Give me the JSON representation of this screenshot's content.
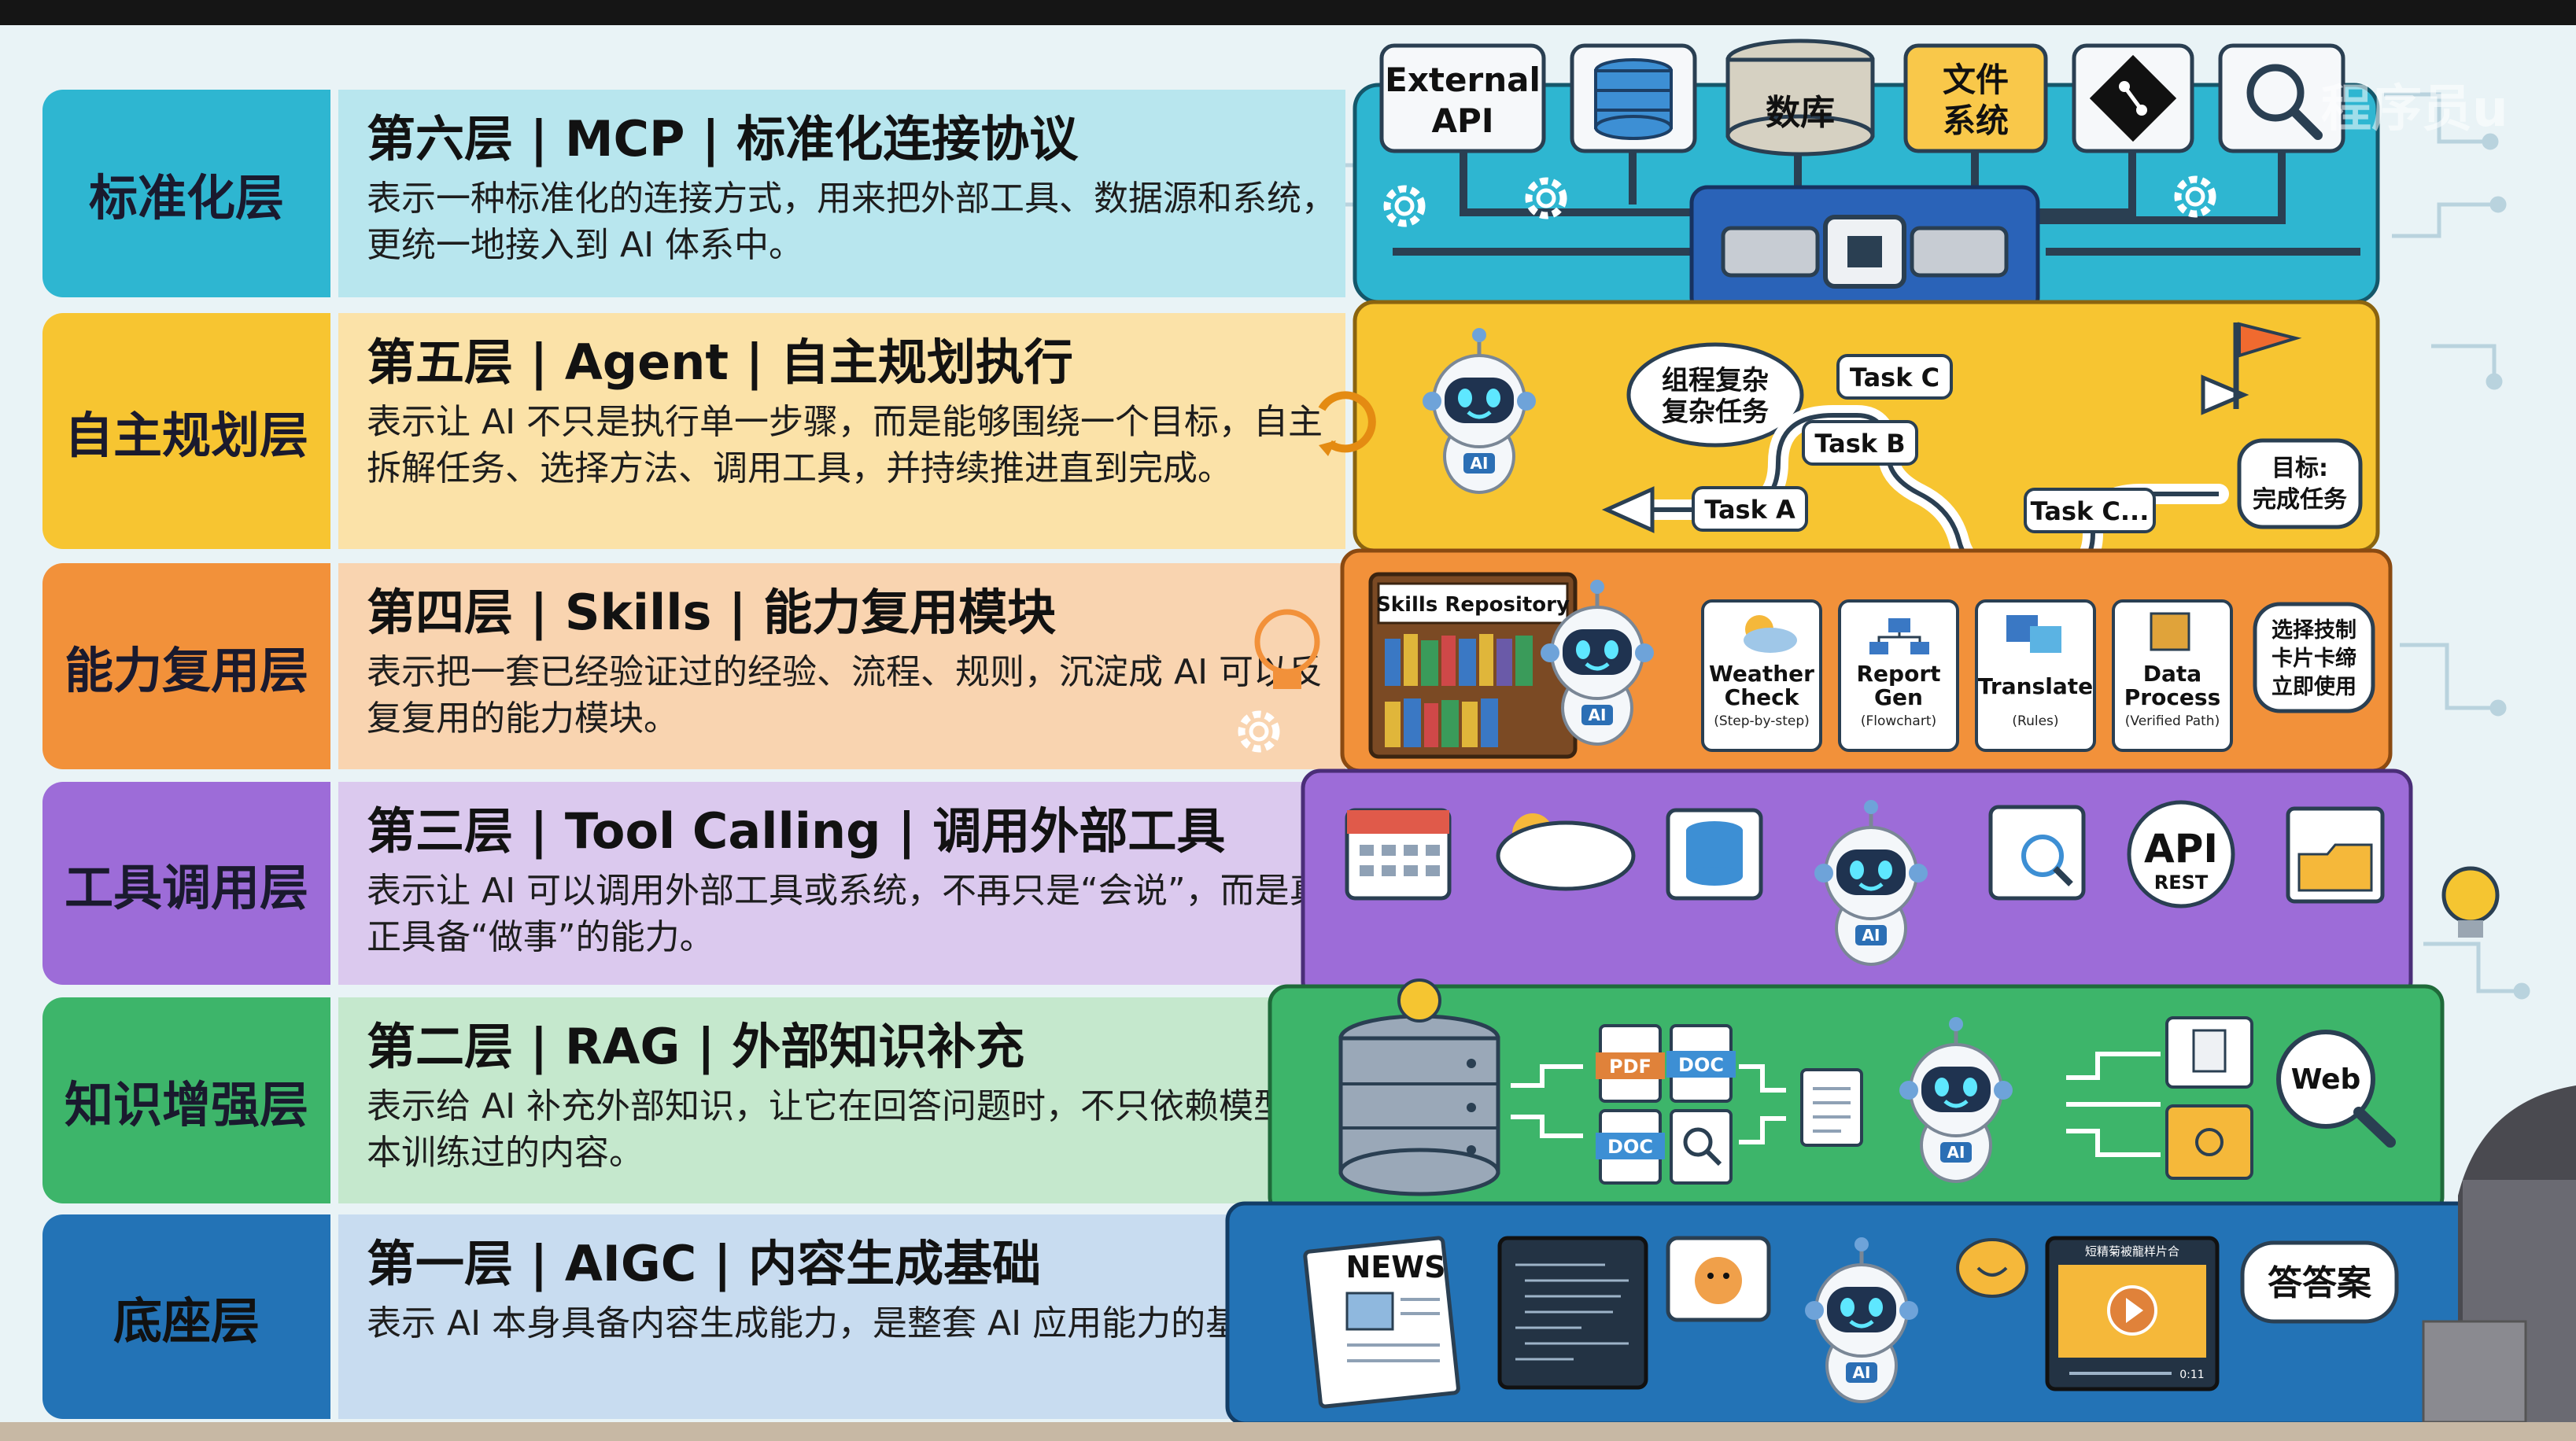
{
  "layers": [
    {
      "id": "L6",
      "label": "标准化层",
      "title": "第六层 | MCP | 标准化连接协议",
      "body": "表示一种标准化的连接方式，用来把外部工具、数据源和系统，更统一地接入到 AI 体系中。",
      "color": "#2eb6d1"
    },
    {
      "id": "L5",
      "label": "自主规划层",
      "title": "第五层 | Agent | 自主规划执行",
      "body": "表示让 AI 不只是执行单一步骤，而是能够围绕一个目标，自主拆解任务、选择方法、调用工具，并持续推进直到完成。",
      "color": "#f7c531"
    },
    {
      "id": "L4",
      "label": "能力复用层",
      "title": "第四层 | Skills | 能力复用模块",
      "body": "表示把一套已经验证过的经验、流程、规则，沉淀成 AI 可以反复复用的能力模块。",
      "color": "#f2913a"
    },
    {
      "id": "L3",
      "label": "工具调用层",
      "title": "第三层 | Tool Calling | 调用外部工具",
      "body": "表示让 AI 可以调用外部工具或系统，不再只是“会说”，而是真正具备“做事”的能力。",
      "color": "#9d6cd8"
    },
    {
      "id": "L2",
      "label": "知识增强层",
      "title": "第二层 | RAG | 外部知识补充",
      "body": "表示给 AI 补充外部知识，让它在回答问题时，不只依赖模型原本训练过的内容。",
      "color": "#3db56a"
    },
    {
      "id": "L1",
      "label": "底座层",
      "title": "第一层 | AIGC | 内容生成基础",
      "body": "表示 AI 本身具备内容生成能力，是整套 AI 应用能力的基础。",
      "color": "#2373b6"
    }
  ],
  "illustration": {
    "mcp": {
      "external_api_1": "External",
      "external_api_2": "API",
      "database": "数库",
      "filesystem_1": "文件",
      "filesystem_2": "系统"
    },
    "agent": {
      "bubble_1": "组程复杂",
      "bubble_2": "复杂任务",
      "task_a": "Task A",
      "task_b": "Task B",
      "task_c": "Task C",
      "task_c2": "Task C...",
      "goal_1": "目标:",
      "goal_2": "完成任务",
      "badge": "AI"
    },
    "skills": {
      "repository": "Skills Repository",
      "cards": [
        {
          "line1": "Weather",
          "line2": "Check",
          "sub": "(Step-by-step)"
        },
        {
          "line1": "Report",
          "line2": "Gen",
          "sub": "(Flowchart)"
        },
        {
          "line1": "Translate",
          "line2": "",
          "sub": "(Rules)"
        },
        {
          "line1": "Data",
          "line2": "Process",
          "sub": "(Verified Path)"
        }
      ],
      "bubble_1": "选择技制",
      "bubble_2": "卡片卡缔",
      "bubble_3": "立即使用",
      "badge": "AI"
    },
    "tools": {
      "api_1": "API",
      "api_2": "REST",
      "badge": "AI"
    },
    "rag": {
      "pdf": "PDF",
      "doc1": "DOC",
      "doc2": "DOC",
      "web": "Web",
      "badge": "AI"
    },
    "aigc": {
      "news": "NEWS",
      "answer": "答答案",
      "video_title": "短精菊被龍样片合",
      "video_time": "0:11",
      "badge": "AI"
    },
    "watermark": "程序员u"
  },
  "colors": {
    "mcp": "#2eb6d1",
    "agent": "#f7c531",
    "skills": "#f2913a",
    "tools": "#9d6cd8",
    "rag": "#3db56a",
    "aigc": "#2373b6",
    "robot_face": "#1f3350",
    "robot_eye": "#5ee7ff"
  }
}
